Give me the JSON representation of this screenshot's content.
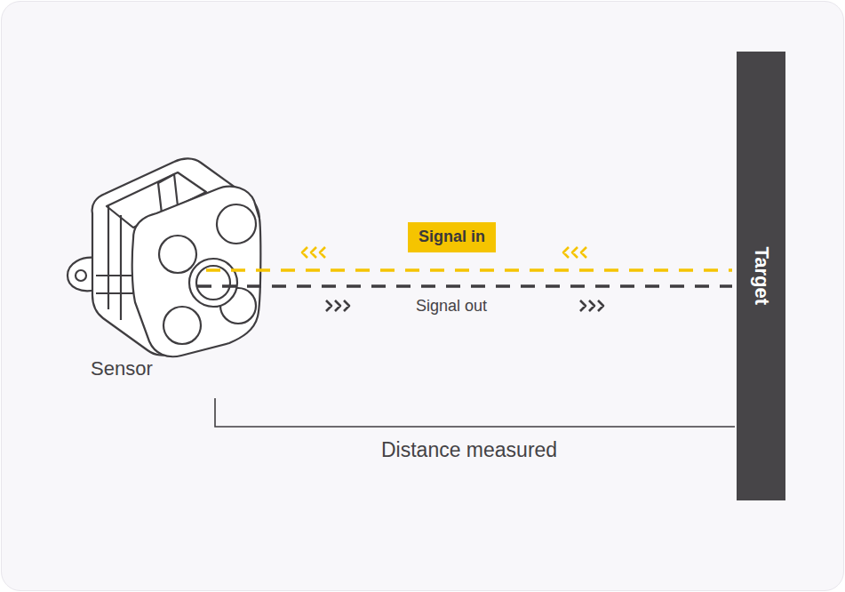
{
  "diagram": {
    "nodes": [
      {
        "text": [
          "Signal in"
        ]
      },
      {
        "text": [
          "Target"
        ]
      }
    ],
    "labels": [
      "Sensor",
      "Signal out",
      "Distance measured"
    ]
  }
}
